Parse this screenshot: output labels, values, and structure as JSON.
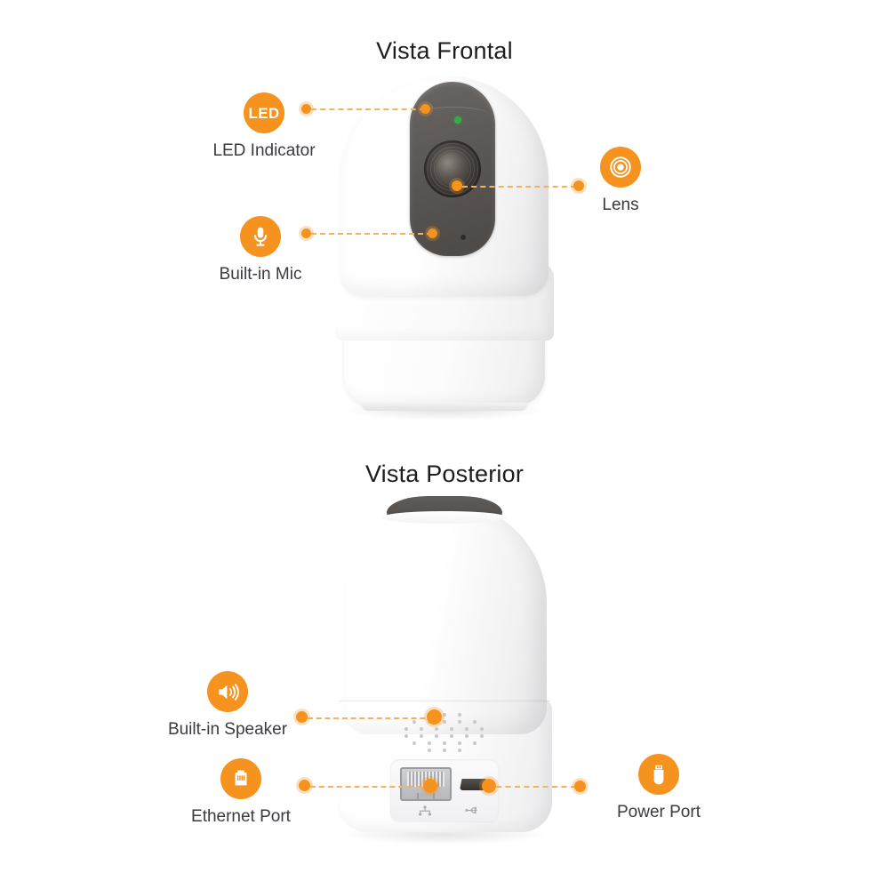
{
  "views": {
    "front": {
      "title": "Vista Frontal"
    },
    "rear": {
      "title": "Vista Posterior"
    }
  },
  "callouts": [
    {
      "id": "led-indicator",
      "label": "LED Indicator",
      "icon": "led-badge-icon",
      "badge_text": "LED",
      "view": "front",
      "side": "left"
    },
    {
      "id": "built-in-mic",
      "label": "Built-in Mic",
      "icon": "microphone-icon",
      "badge_text": "",
      "view": "front",
      "side": "left"
    },
    {
      "id": "lens",
      "label": "Lens",
      "icon": "lens-rings-icon",
      "badge_text": "",
      "view": "front",
      "side": "right"
    },
    {
      "id": "built-in-speaker",
      "label": "Built-in Speaker",
      "icon": "speaker-icon",
      "badge_text": "",
      "view": "rear",
      "side": "left"
    },
    {
      "id": "ethernet-port",
      "label": "Ethernet Port",
      "icon": "rj45-jack-icon",
      "badge_text": "",
      "view": "rear",
      "side": "left"
    },
    {
      "id": "power-port",
      "label": "Power Port",
      "icon": "usb-plug-icon",
      "badge_text": "",
      "view": "rear",
      "side": "right"
    }
  ],
  "colors": {
    "accent_orange": "#F6921E",
    "connector_dash": "#F3B25C",
    "label_text": "#3A3A42",
    "title_text": "#1D1D1F",
    "led_green": "#2FAE4A",
    "faceplate_dark": "#5B5755",
    "background": "#FFFFFF"
  },
  "device": {
    "front_features": [
      "led-indicator-dot",
      "camera-lens",
      "mic-pinhole"
    ],
    "rear_features": [
      "speaker-grille",
      "ethernet-jack",
      "micro-usb-power-port"
    ]
  }
}
